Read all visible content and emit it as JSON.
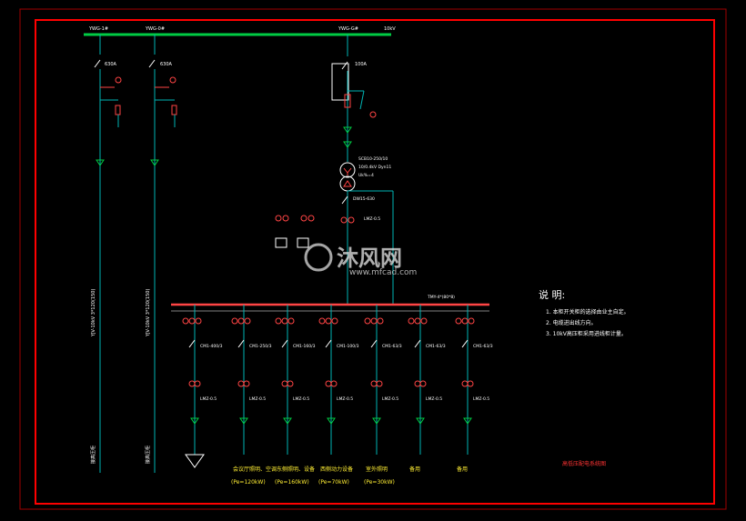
{
  "colors": {
    "background": "#000000",
    "frame": "#ff0000",
    "bus": "#00cc44",
    "vertical": "#00b3b3",
    "device_red": "#ff2a2a",
    "label_white": "#ffffff",
    "label_yellow": "#ffee33",
    "hv_white": "#ffffff",
    "watermark": "#e8e8e8"
  },
  "hv_bus": {
    "feeders": [
      {
        "code": "YWG-1#",
        "rating": "630A",
        "cable": "YJV-10kV 3*120(150)",
        "note": "接高压柜"
      },
      {
        "code": "YWG-0#",
        "rating": "630A",
        "cable": "YJV-10kV 3*120(150)",
        "note": "接高压柜"
      },
      {
        "code": "YWG-G#",
        "rating": "100A"
      }
    ],
    "voltage": "10kV"
  },
  "transformer": {
    "label_1": "SCB10-250/10",
    "label_2": "10/0.4kV Dyn11",
    "label_3": "Uk%=4"
  },
  "lv_bus": {
    "label": "TMY-4*(80*8)",
    "incoming_label": "DW15-630",
    "ct_label": "LMZ-0.5"
  },
  "lv_feeders": [
    {
      "breaker": "CM1-400/3",
      "ct": "LMZ-0.5",
      "label": "",
      "power": ""
    },
    {
      "breaker": "CM1-250/3",
      "ct": "LMZ-0.5",
      "label": "会议厅照明、空调",
      "power": "(Pe=120kW)"
    },
    {
      "breaker": "CM1-160/3",
      "ct": "LMZ-0.5",
      "label": "东侧照明、设备",
      "power": "(Pe=160kW)"
    },
    {
      "breaker": "CM1-100/3",
      "ct": "LMZ-0.5",
      "label": "西侧动力设备",
      "power": "(Pe=70kW)"
    },
    {
      "breaker": "CM1-63/3",
      "ct": "LMZ-0.5",
      "label": "室外照明",
      "power": "(Pe=30kW)"
    },
    {
      "breaker": "CM1-63/3",
      "ct": "LMZ-0.5",
      "label": "备用",
      "power": ""
    },
    {
      "breaker": "CM1-63/3",
      "ct": "LMZ-0.5",
      "label": "备用",
      "power": ""
    }
  ],
  "notes": {
    "title": "说 明:",
    "items": [
      "1. 本柜开关柜的选择由业主自定。",
      "2. 电缆进出线方向。",
      "3. 10kV高压柜采用进线柜计量。"
    ]
  },
  "drawing_title": "高低压配电系统图",
  "watermark": {
    "text": "沐风网",
    "url": "www.mfcad.com"
  }
}
